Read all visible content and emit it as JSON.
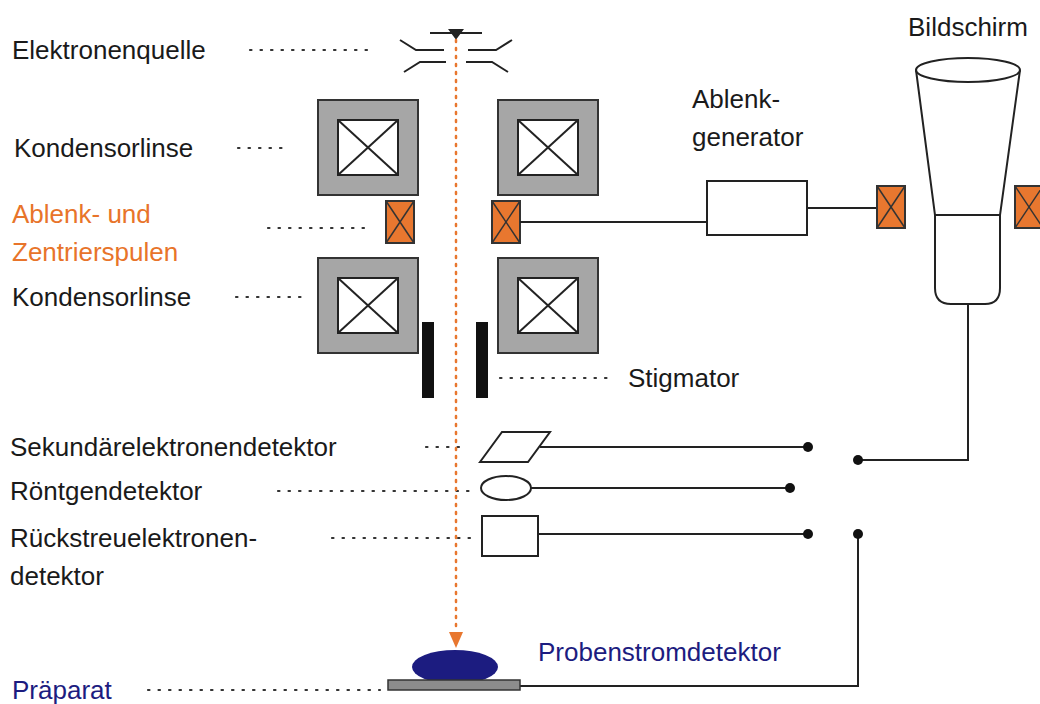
{
  "diagram": {
    "nodes": [
      {
        "text": [
          "Ablenk- generator"
        ]
      },
      {
        "text": [
          "Bildschirm"
        ]
      }
    ],
    "edges": [
      {
        "from": 0,
        "to": 1,
        "arrow": "none"
      }
    ],
    "labels": [
      "Elektronenquelle",
      "Kondensorlinse",
      "Ablenk- und Zentrierspulen",
      "Kondensorlinse",
      "Stigmator",
      "Sekundärelektronendetektor",
      "Röntgendetektor",
      "Rückstreuelektronen- detektor",
      "Probenstromdetektor",
      "Präparat"
    ]
  }
}
